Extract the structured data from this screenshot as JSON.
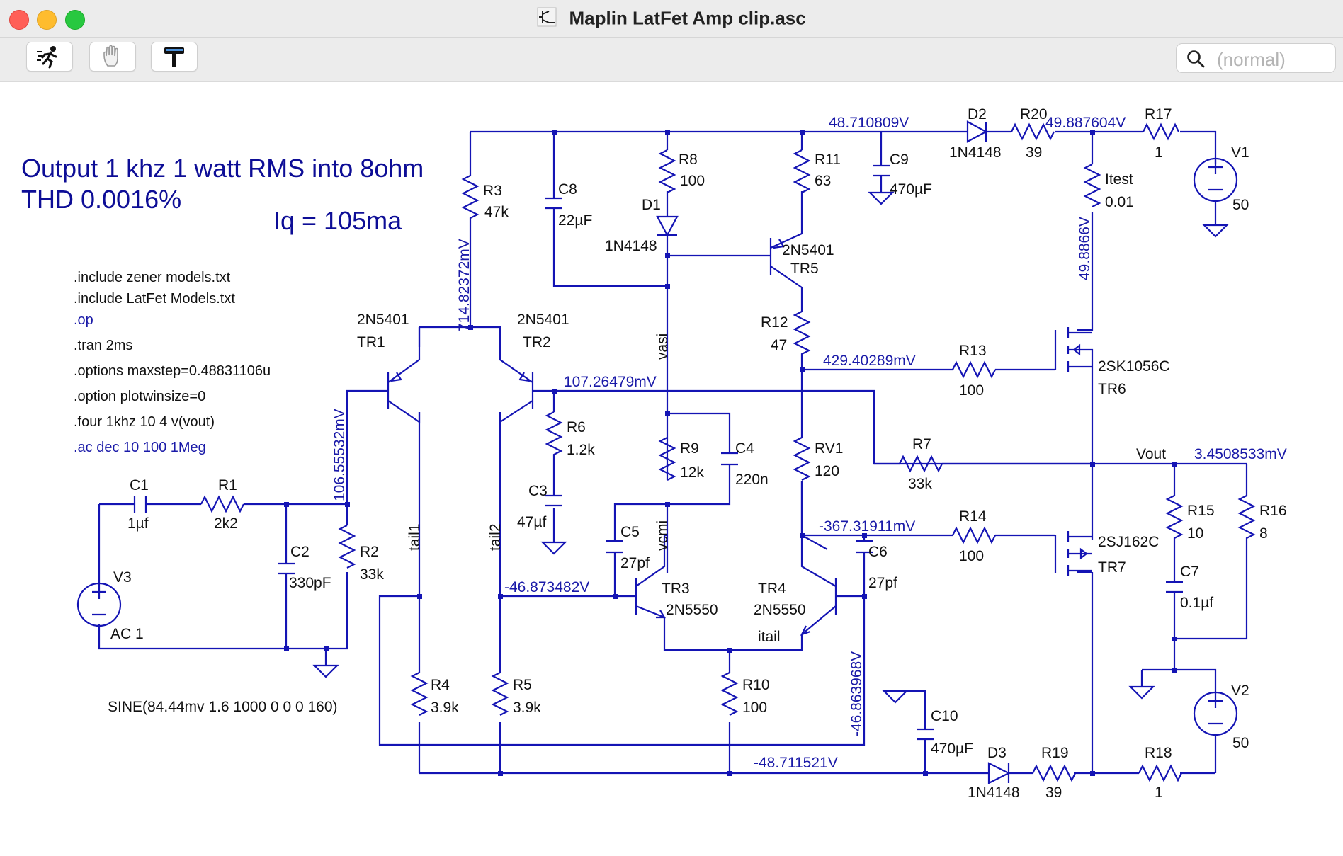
{
  "window": {
    "title": "Maplin LatFet Amp clip.asc"
  },
  "toolbar": {
    "search_placeholder": "(normal)"
  },
  "notes": {
    "line1": "Output 1 khz 1 watt RMS into 8ohm",
    "line2": "THD 0.0016%",
    "iq": "Iq = 105ma",
    "sine": "SINE(84.44mv 1.6 1000 0 0 0 160)"
  },
  "directives": [
    ".include zener models.txt",
    ".include LatFet Models.txt",
    ".op",
    ".tran 2ms",
    ".options maxstep=0.48831106u",
    ".option plotwinsize=0",
    ".four 1khz 10 4 v(vout)",
    ".ac dec 10 100 1Meg"
  ],
  "components": {
    "C1": {
      "name": "C1",
      "value": "1µf"
    },
    "R1": {
      "name": "R1",
      "value": "2k2"
    },
    "C2": {
      "name": "C2",
      "value": "330pF"
    },
    "R2": {
      "name": "R2",
      "value": "33k"
    },
    "V3": {
      "name": "V3",
      "value": "AC 1"
    },
    "R3": {
      "name": "R3",
      "value": "47k"
    },
    "C8": {
      "name": "C8",
      "value": "22µF"
    },
    "R8": {
      "name": "R8",
      "value": "100"
    },
    "D1": {
      "name": "D1",
      "value": "1N4148"
    },
    "R11": {
      "name": "R11",
      "value": "63"
    },
    "C9": {
      "name": "C9",
      "value": "470µF"
    },
    "D2": {
      "name": "D2",
      "value": "1N4148"
    },
    "R20": {
      "name": "R20",
      "value": "39"
    },
    "R17": {
      "name": "R17",
      "value": "1"
    },
    "V1": {
      "name": "V1",
      "value": "50"
    },
    "Itest": {
      "name": "Itest",
      "value": "0.01"
    },
    "TR1": {
      "name": "TR1",
      "value": "2N5401"
    },
    "TR2": {
      "name": "TR2",
      "value": "2N5401"
    },
    "TR5": {
      "name": "TR5",
      "value": "2N5401"
    },
    "R12": {
      "name": "R12",
      "value": "47"
    },
    "R13": {
      "name": "R13",
      "value": "100"
    },
    "TR6": {
      "name": "TR6",
      "value": "2SK1056C"
    },
    "R6": {
      "name": "R6",
      "value": "1.2k"
    },
    "C3": {
      "name": "C3",
      "value": "47µf"
    },
    "R9": {
      "name": "R9",
      "value": "12k"
    },
    "C4": {
      "name": "C4",
      "value": "220n"
    },
    "RV1": {
      "name": "RV1",
      "value": "120"
    },
    "R7": {
      "name": "R7",
      "value": "33k"
    },
    "C5": {
      "name": "C5",
      "value": "27pf"
    },
    "R14": {
      "name": "R14",
      "value": "100"
    },
    "C6": {
      "name": "C6",
      "value": "27pf"
    },
    "TR7": {
      "name": "TR7",
      "value": "2SJ162C"
    },
    "R15": {
      "name": "R15",
      "value": "10"
    },
    "R16": {
      "name": "R16",
      "value": "8"
    },
    "C7": {
      "name": "C7",
      "value": "0.1µf"
    },
    "TR3": {
      "name": "TR3",
      "value": "2N5550"
    },
    "TR4": {
      "name": "TR4",
      "value": "2N5550"
    },
    "R4": {
      "name": "R4",
      "value": "3.9k"
    },
    "R5": {
      "name": "R5",
      "value": "3.9k"
    },
    "R10": {
      "name": "R10",
      "value": "100"
    },
    "C10": {
      "name": "C10",
      "value": "470µF"
    },
    "D3": {
      "name": "D3",
      "value": "1N4148"
    },
    "R19": {
      "name": "R19",
      "value": "39"
    },
    "R18": {
      "name": "R18",
      "value": "1"
    },
    "V2": {
      "name": "V2",
      "value": "50"
    }
  },
  "nets": {
    "vasi": "vasi",
    "vcmi": "vcmi",
    "tail1": "tail1",
    "tail2": "tail2",
    "itail": "itail",
    "vout": "Vout"
  },
  "voltages": {
    "rail_pos": "48.710809V",
    "supply_pos": "49.887604V",
    "itest": "49.8866V",
    "tail": "714.82372mV",
    "in_base": "106.55532mV",
    "fb_base": "107.26479mV",
    "r13": "429.40289mV",
    "vout": "3.4508533mV",
    "r14": "-367.31911mV",
    "tr3_base": "-46.873482V",
    "tr4_base": "-46.863968V",
    "rail_neg": "-48.711521V"
  }
}
